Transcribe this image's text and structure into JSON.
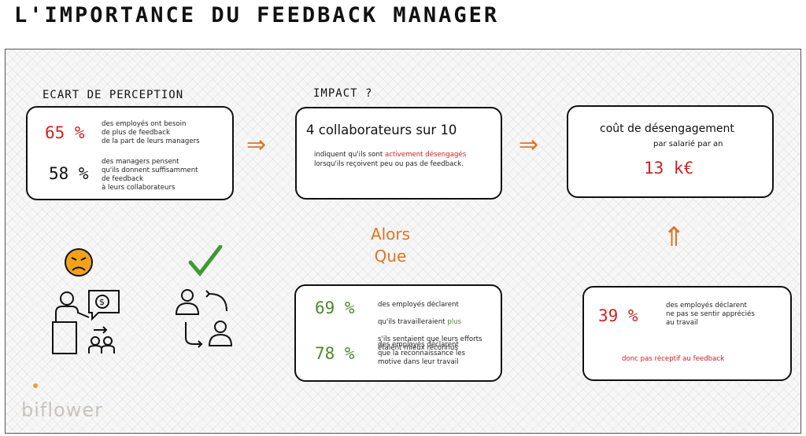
{
  "title": "L'IMPORTANCE DU FEEDBACK MANAGER",
  "sections": {
    "ecart_heading": "ECART DE PERCEPTION",
    "impact_heading": "IMPACT ?"
  },
  "card_perception": {
    "stat1_value": "65 %",
    "stat1_text": "des employés ont besoin\nde plus de feedback\nde la part de leurs managers",
    "stat2_value": "58 %",
    "stat2_text": "des managers pensent\nqu'ils donnent suffisamment\nde feedback\nà leurs collaborateurs"
  },
  "card_impact": {
    "headline": "4 collaborateurs sur 10",
    "line1_before": "indiquent qu'ils sont ",
    "line1_highlight": "activement désengagés",
    "line2": "lorsqu'ils reçoivent peu ou pas de feedback."
  },
  "card_cost": {
    "label": "coût de désengagement",
    "sublabel": "par salarié par an",
    "value": "13 k€"
  },
  "alors_que": [
    "Alors",
    "Que"
  ],
  "card_engaged": {
    "stat1_value": "69 %",
    "stat1_line1": "des employés déclarent",
    "stat1_line2_before": "qu'ils travailleraient ",
    "stat1_line2_highlight": "plus",
    "stat1_line3": "s'ils sentaient que leurs efforts\nétaient mieux reconnus",
    "stat2_value": "78 %",
    "stat2_text": "des employés déclarent\nque la reconnaissance les\nmotive dans leur travail"
  },
  "card_unappreciated": {
    "stat_value": "39 %",
    "stat_text": "des employés déclarent\nne pas se sentir appréciés\nau travail",
    "footnote": "donc pas réceptif au feedback"
  },
  "arrows": {
    "right": "⇒",
    "up": "⇑"
  },
  "logo": "biflower",
  "colors": {
    "accent": "#e0741f",
    "red": "#cc2222",
    "green": "#4a8a2a",
    "emoji": "#f4a11d"
  }
}
